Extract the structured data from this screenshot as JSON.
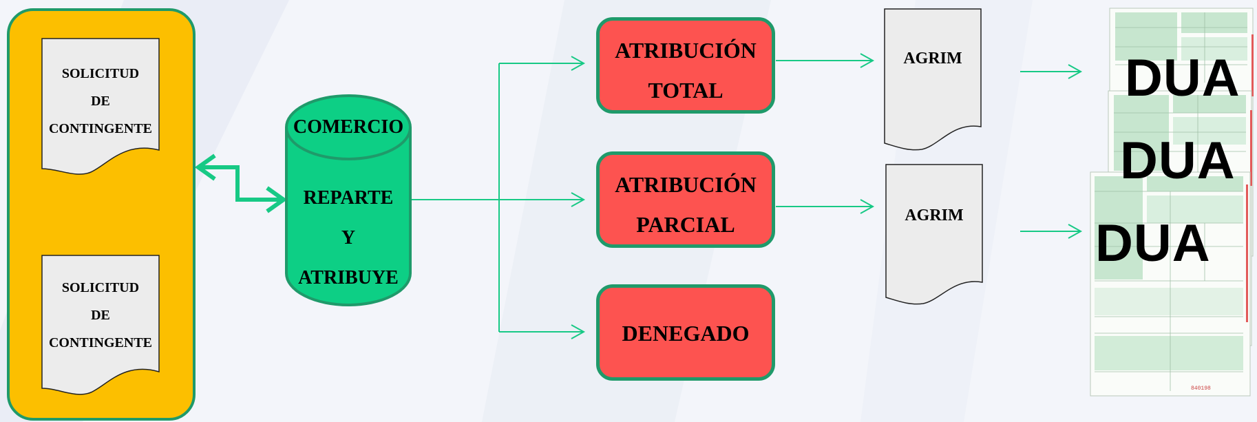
{
  "left_panel": {
    "documents": [
      {
        "lines": [
          "SOLICITUD",
          "DE",
          "CONTINGENTE"
        ]
      },
      {
        "lines": [
          "SOLICITUD",
          "DE",
          "CONTINGENTE"
        ]
      }
    ]
  },
  "database": {
    "title": "COMERCIO",
    "lines": [
      "REPARTE",
      "Y",
      "ATRIBUYE"
    ]
  },
  "outcomes": [
    {
      "lines": [
        "ATRIBUCIÓN",
        "TOTAL"
      ]
    },
    {
      "lines": [
        "ATRIBUCIÓN",
        "PARCIAL"
      ]
    },
    {
      "lines": [
        "DENEGADO"
      ]
    }
  ],
  "agrim": [
    "AGRIM",
    "AGRIM"
  ],
  "dua_labels": [
    "DUA",
    "DUA",
    "DUA"
  ],
  "colors": {
    "panel_fill": "#fcbf00",
    "outline_green": "#1f9a6a",
    "database_fill": "#0dcf85",
    "outcome_fill": "#fd5350",
    "arrow_green": "#17c985",
    "document_fill": "#ececec",
    "form_green": "#c7e6cf"
  }
}
